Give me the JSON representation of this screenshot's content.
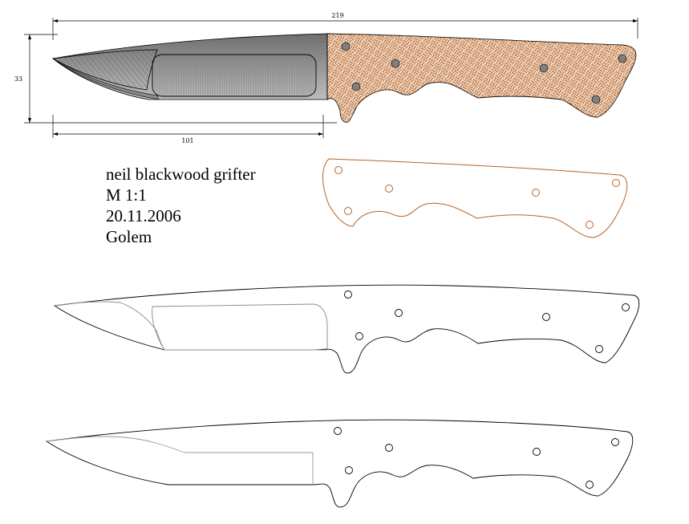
{
  "dimensions": {
    "overall_length": "219",
    "blade_length": "101",
    "height": "33"
  },
  "info": {
    "title": "neil blackwood grifter",
    "scale": "M 1:1",
    "date": "20.11.2006",
    "author": "Golem"
  },
  "colors": {
    "line": "#000000",
    "handle_scale": "#b5652b",
    "pin": "#7f7f7f",
    "blade_grey": "#9a9a9a"
  }
}
